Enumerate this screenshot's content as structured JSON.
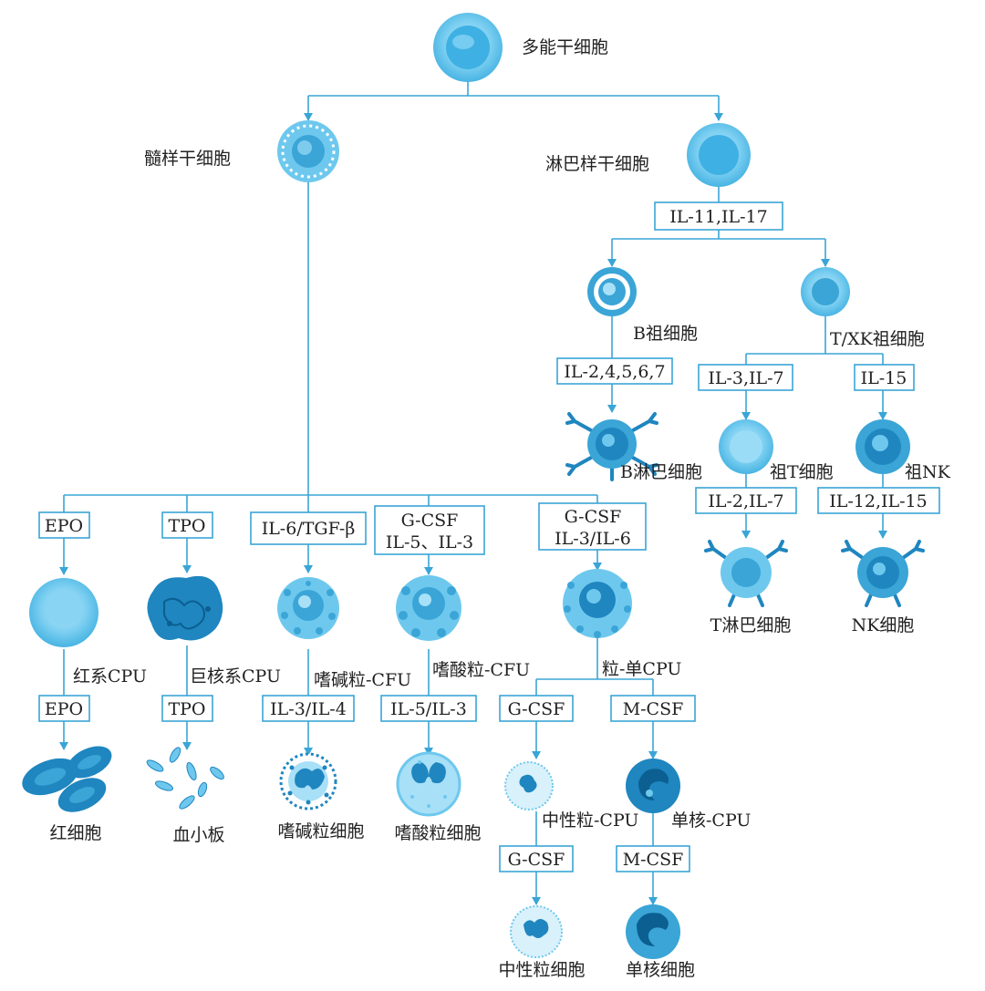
{
  "cells": {
    "stem": "多能干细胞",
    "myeloid": "髓样干细胞",
    "lymphoid": "淋巴样干细胞",
    "b_prog": "B祖细胞",
    "tnk_prog": "T/XK祖细胞",
    "b_lymph": "B淋巴细胞",
    "t_prog": "祖T细胞",
    "nk_prog": "祖NK",
    "t_lymph": "T淋巴细胞",
    "nk_cell": "NK细胞",
    "erythroid_cfu": "红系CPU",
    "mega_cfu": "巨核系CPU",
    "baso_cfu": "嗜碱粒-CFU",
    "eos_cfu": "嗜酸粒-CFU",
    "gm_cfu": "粒-单CPU",
    "rbc": "红细胞",
    "platelet": "血小板",
    "basophil": "嗜碱粒细胞",
    "eosinophil": "嗜酸粒细胞",
    "neut_cfu": "中性粒-CPU",
    "mono_cfu": "单核-CPU",
    "neutrophil": "中性粒细胞",
    "monocyte": "单核细胞"
  },
  "factors": {
    "il11_17": "IL-11,IL-17",
    "il2_4567": "IL-2,4,5,6,7",
    "il3_il7": "IL-3,IL-7",
    "il15": "IL-15",
    "il2_il7": "IL-2,IL-7",
    "il12_il15": "IL-12,IL-15",
    "epo_1": "EPO",
    "tpo_1": "TPO",
    "il6_tgf": "IL-6/TGF-β",
    "gcsf_a_1": "G-CSF",
    "gcsf_a_2": "IL-5、IL-3",
    "gcsf_b_1": "G-CSF",
    "gcsf_b_2": "IL-3/IL-6",
    "epo_2": "EPO",
    "tpo_2": "TPO",
    "il3_il4": "IL-3/IL-4",
    "il5_il3": "IL-5/IL-3",
    "gcsf_c": "G-CSF",
    "mcsf_a": "M-CSF",
    "gcsf_d": "G-CSF",
    "mcsf_b": "M-CSF"
  },
  "colors": {
    "line": "#3aa5d6",
    "cell_light": "#bfe7f8",
    "cell_mid": "#6ec8ee",
    "cell_dark": "#1f86bf",
    "text": "#222222"
  }
}
